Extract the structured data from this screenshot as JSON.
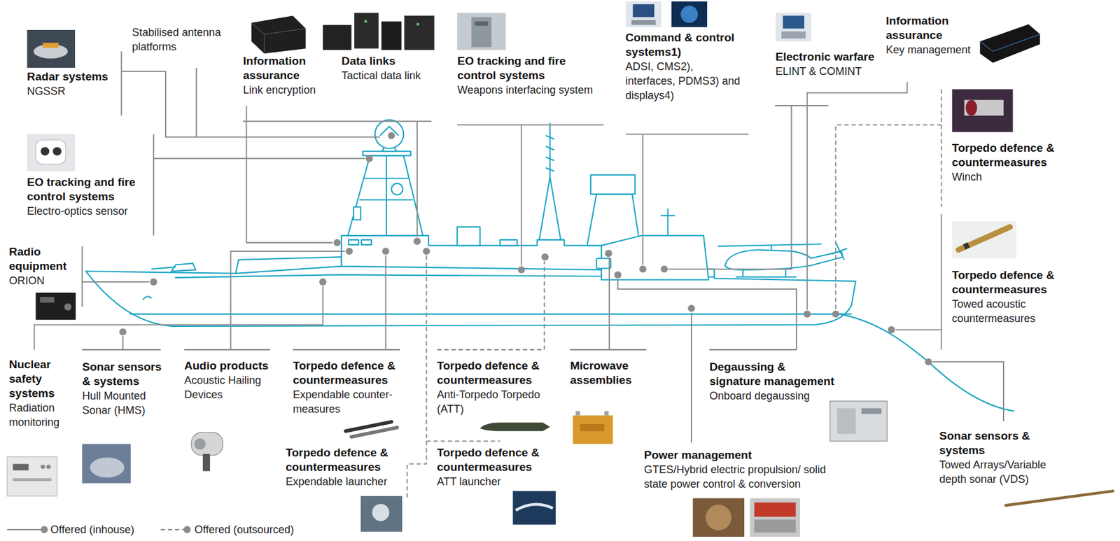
{
  "diagram": {
    "nodes": [
      {
        "text": [
          "Radar systems",
          "NGSSR"
        ]
      },
      {
        "text": [
          "Stabilised antenna platforms"
        ]
      },
      {
        "text": [
          "Information assurance",
          "Link encryption"
        ]
      },
      {
        "text": [
          "Data links",
          "Tactical data link"
        ]
      },
      {
        "text": [
          "EO tracking and fire control systems",
          "Weapons interfacing system"
        ]
      },
      {
        "text": [
          "Command & control systems1)",
          "ADSI, CMS2), interfaces, PDMS3) and displays4)"
        ]
      },
      {
        "text": [
          "Electronic warfare",
          "ELINT & COMINT"
        ]
      },
      {
        "text": [
          "Information assurance",
          "Key management"
        ]
      },
      {
        "text": [
          "Torpedo defence & countermeasures",
          "Winch"
        ]
      },
      {
        "text": [
          "EO tracking and fire control systems",
          "Electro-optics sensor"
        ]
      },
      {
        "text": [
          "Radio equipment",
          "ORION"
        ]
      },
      {
        "text": [
          "Torpedo defence & countermeasures",
          "Towed acoustic countermeasures"
        ]
      },
      {
        "text": [
          "Nuclear safety systems",
          "Radiation monitoring"
        ]
      },
      {
        "text": [
          "Sonar sensors & systems",
          "Hull Mounted Sonar (HMS)"
        ]
      },
      {
        "text": [
          "Audio products",
          "Acoustic Hailing Devices"
        ]
      },
      {
        "text": [
          "Torpedo defence & countermeasures",
          "Expendable counter-measures"
        ]
      },
      {
        "text": [
          "Torpedo defence & countermeasures",
          "Anti-Torpedo Torpedo (ATT)"
        ]
      },
      {
        "text": [
          "Microwave assemblies"
        ]
      },
      {
        "text": [
          "Degaussing & signature management",
          "Onboard degaussing"
        ]
      },
      {
        "text": [
          "Torpedo defence & countermeasures",
          "Expendable launcher"
        ]
      },
      {
        "text": [
          "Torpedo defence & countermeasures",
          "ATT launcher"
        ]
      },
      {
        "text": [
          "Power management",
          "GTES/Hybrid electric propulsion/ solid state power control & conversion"
        ]
      },
      {
        "text": [
          "Sonar sensors & systems",
          "Towed Arrays/Variable depth sonar (VDS)"
        ]
      }
    ],
    "legend": [
      {
        "text": "Offered (inhouse)"
      },
      {
        "text": "Offered (outsourced)"
      }
    ]
  }
}
